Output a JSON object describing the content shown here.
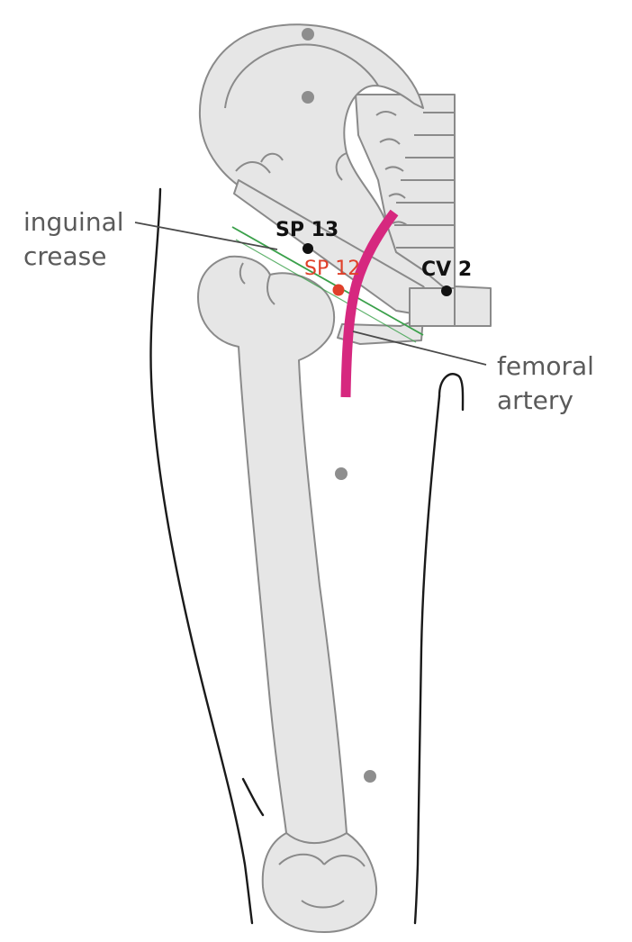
{
  "labels": {
    "inguinal_crease": [
      "inguinal",
      "crease"
    ],
    "femoral_artery": [
      "femoral",
      "artery"
    ]
  },
  "points": {
    "sp13": "SP 13",
    "sp12": "SP 12",
    "cv2": "CV 2"
  },
  "colors": {
    "artery": "#d6287f",
    "crease": "#3aa04a",
    "sp12": "#e0402a",
    "acupoint": "#111111",
    "reference_dot": "#8e8e8e"
  }
}
